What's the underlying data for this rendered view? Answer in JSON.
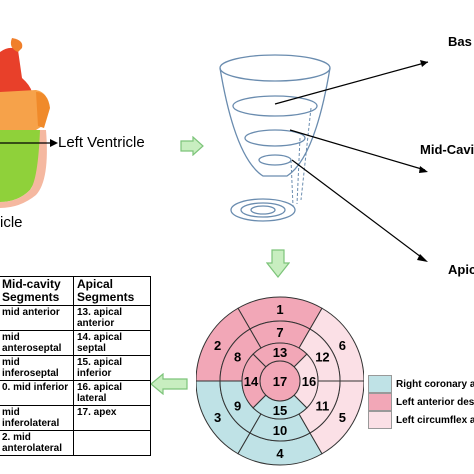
{
  "heart": {
    "arrow_label": "Left Ventricle",
    "ventricle_label_partial": "icle"
  },
  "levels": {
    "basal": "Bas",
    "mid": "Mid-Cavi",
    "apical": "Apic"
  },
  "table": {
    "headers": [
      "Mid-cavity Segments",
      "Apical Segments"
    ],
    "rows": [
      [
        "mid anterior",
        "13. apical anterior"
      ],
      [
        "mid anteroseptal",
        "14. apical septal"
      ],
      [
        "mid inferoseptal",
        "15. apical inferior"
      ],
      [
        "0. mid inferior",
        "16. apical lateral"
      ],
      [
        "mid inferolateral",
        "17. apex"
      ],
      [
        "2. mid anterolateral",
        ""
      ]
    ]
  },
  "bullseye": {
    "segments": [
      "1",
      "2",
      "3",
      "4",
      "5",
      "6",
      "7",
      "8",
      "9",
      "10",
      "11",
      "12",
      "13",
      "14",
      "15",
      "16",
      "17"
    ],
    "colors": {
      "lad": "#f2a7b7",
      "rca": "#bfe2e6",
      "lcx": "#fbe0e6"
    }
  },
  "legend": [
    {
      "label": "Right coronary ar",
      "color": "#bfe2e6"
    },
    {
      "label": "Left anterior des",
      "color": "#f2a7b7"
    },
    {
      "label": "Left circumflex ar",
      "color": "#fbe0e6"
    }
  ],
  "icons": {
    "cone": "cone-diagram-icon",
    "heart": "heart-illustration-icon",
    "right_arrow": "right-arrow-icon",
    "down_arrow": "down-arrow-icon",
    "left_arrow": "left-arrow-icon"
  }
}
